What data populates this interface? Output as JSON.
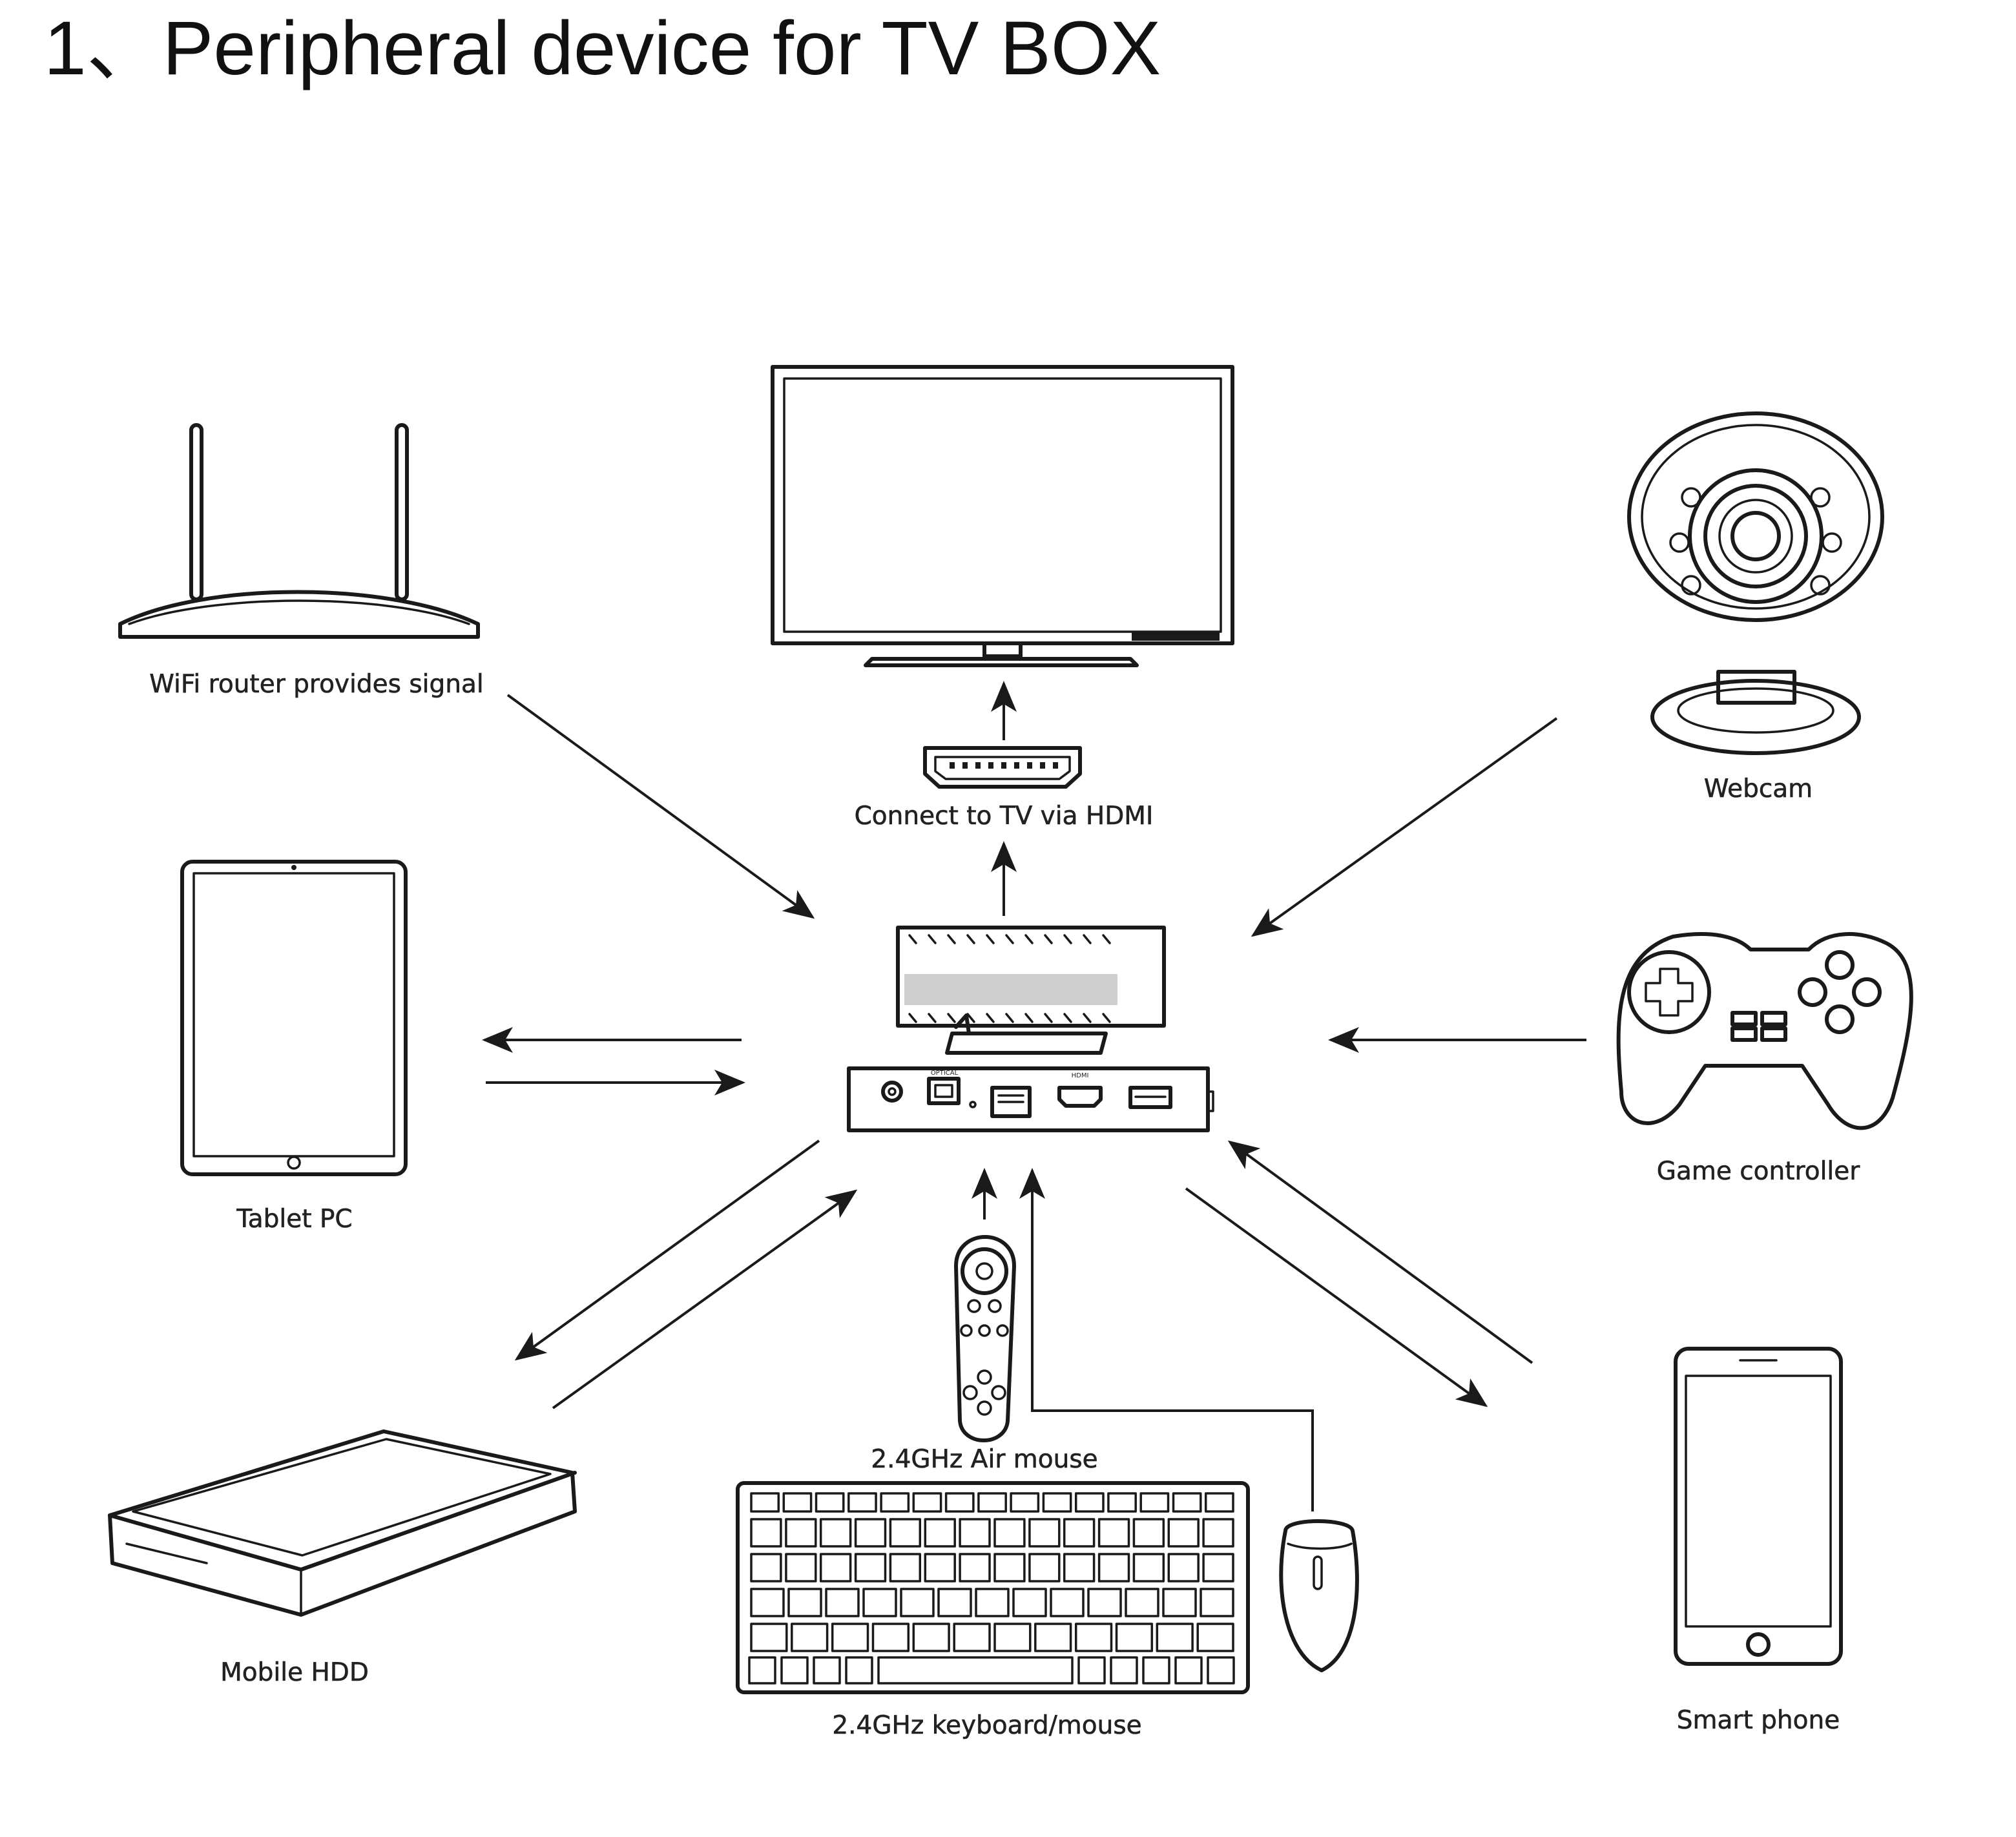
{
  "title": "1、Peripheral device for TV BOX",
  "labels": {
    "router": "WiFi router provides signal",
    "hdmi": "Connect to TV via HDMI",
    "webcam": "Webcam",
    "tablet": "Tablet PC",
    "controller": "Game controller",
    "airmouse": "2.4GHz Air mouse",
    "hdd": "Mobile HDD",
    "keyboard": "2.4GHz keyboard/mouse",
    "phone": "Smart phone"
  },
  "ports": {
    "optical": "OPTICAL",
    "hdmi": "HDMI"
  }
}
